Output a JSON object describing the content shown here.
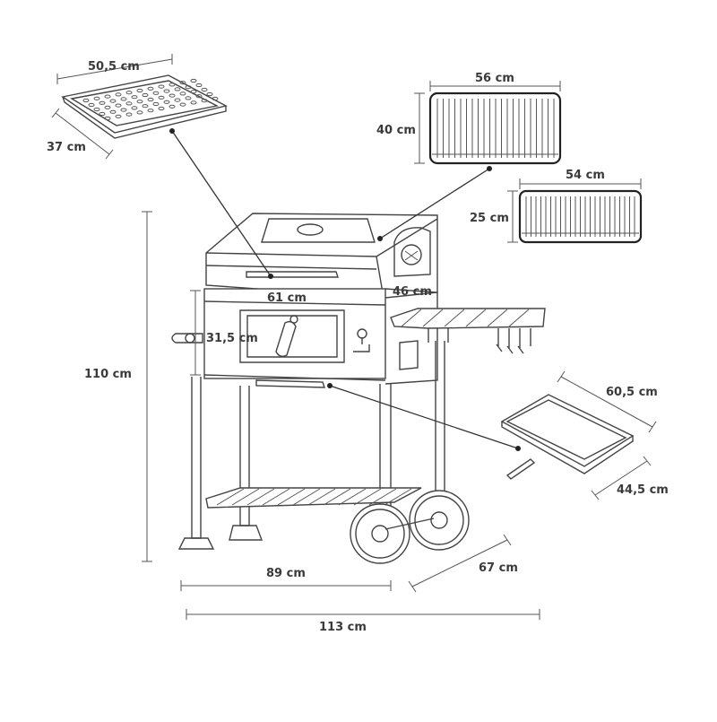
{
  "dimensions": {
    "tray_width": "50,5 cm",
    "tray_depth": "37 cm",
    "grill_width": "56 cm",
    "grill_height": "40 cm",
    "warming_width": "54 cm",
    "warming_height": "25 cm",
    "body_width": "61 cm",
    "body_depth": "46 cm",
    "firebox_height": "31,5 cm",
    "total_height": "110 cm",
    "shelf_width": "60,5 cm",
    "shelf_depth": "44,5 cm",
    "base_width": "89 cm",
    "base_depth": "67 cm",
    "total_width": "113 cm"
  }
}
